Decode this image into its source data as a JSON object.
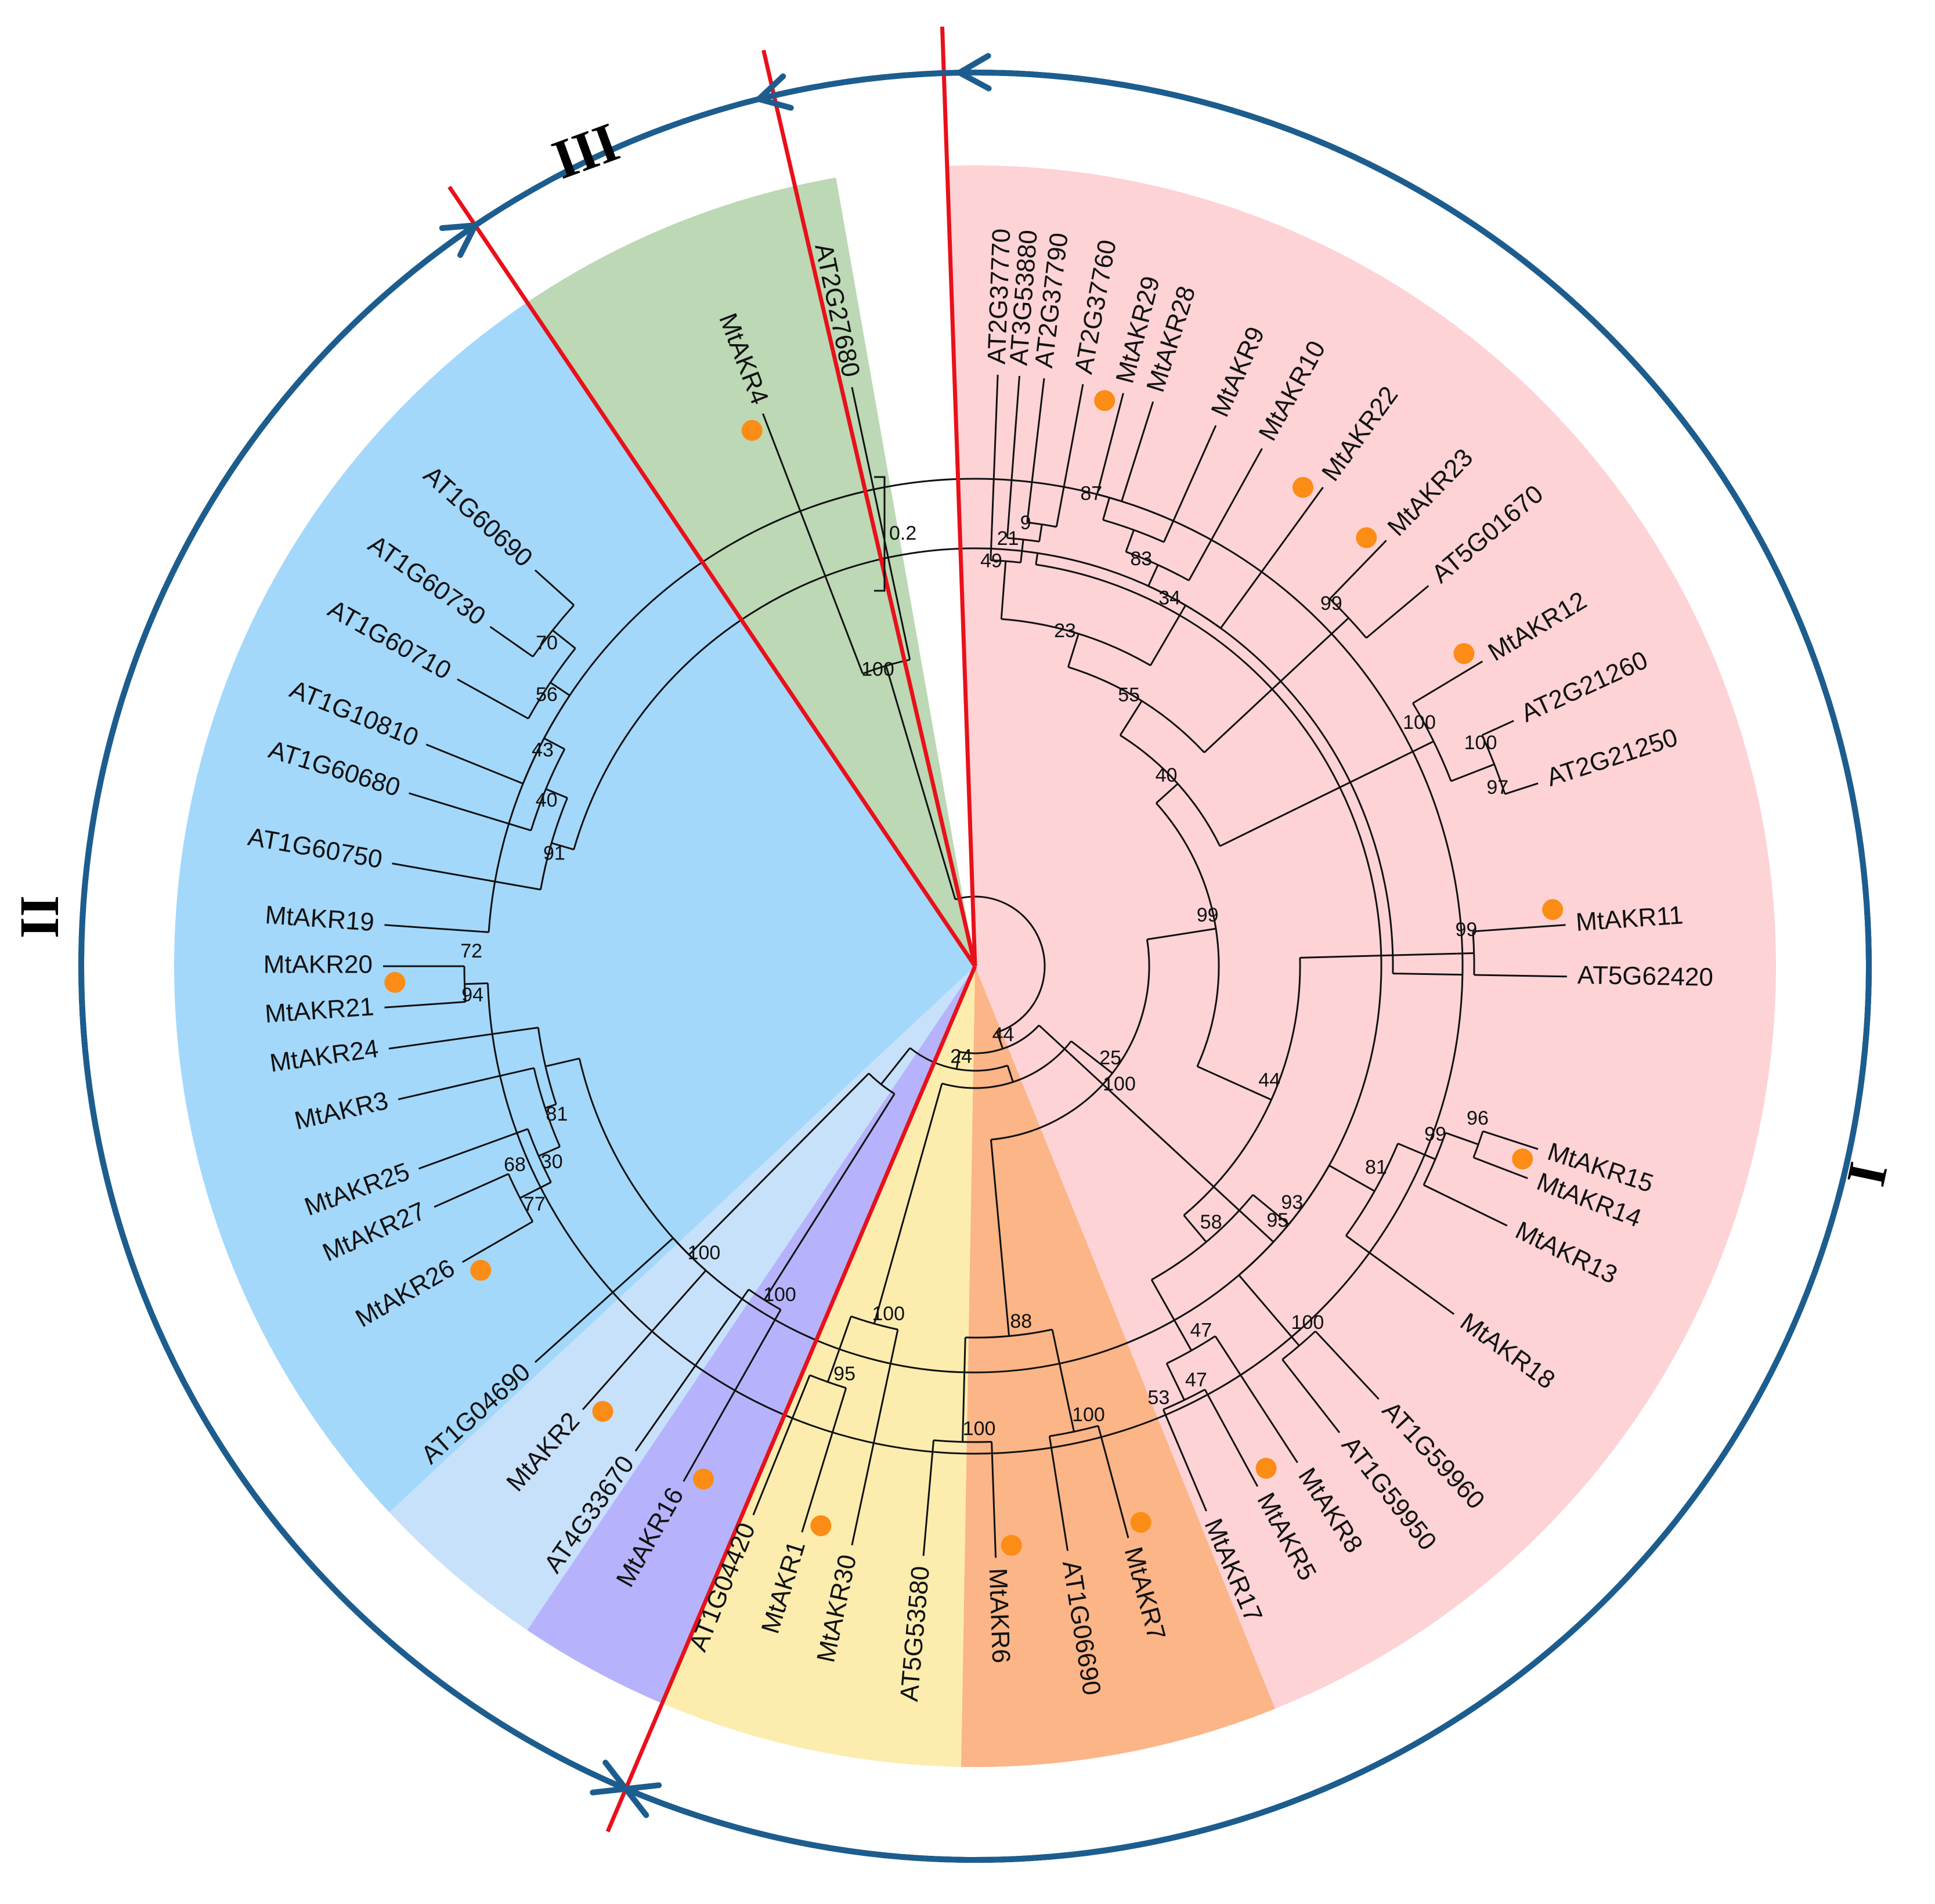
{
  "clades": [
    {
      "id": "I",
      "label": "I"
    },
    {
      "id": "II",
      "label": "II"
    },
    {
      "id": "III",
      "label": "III"
    }
  ],
  "scale_bar": {
    "label": "0.2"
  },
  "colors": {
    "red_pink": "#fdd3d6",
    "orange": "#fbb587",
    "yellow": "#fcedaf",
    "purple": "#b6b3fc",
    "light_blue": "#c8e1fb",
    "blue": "#a3d8fb",
    "green": "#bcd8b4",
    "divider_red": "#e8101a",
    "arc_blue": "#1d5d8e",
    "marker_orange": "#fb8c16"
  },
  "leaves": [
    {
      "name": "AT2G37770",
      "marker": false
    },
    {
      "name": "AT3G53880",
      "marker": false
    },
    {
      "name": "AT2G37790",
      "marker": false
    },
    {
      "name": "AT2G37760",
      "marker": false
    },
    {
      "name": "MtAKR29",
      "marker": true
    },
    {
      "name": "MtAKR28",
      "marker": false
    },
    {
      "name": "MtAKR9",
      "marker": false
    },
    {
      "name": "MtAKR10",
      "marker": false
    },
    {
      "name": "MtAKR22",
      "marker": true
    },
    {
      "name": "MtAKR23",
      "marker": true
    },
    {
      "name": "AT5G01670",
      "marker": false
    },
    {
      "name": "MtAKR12",
      "marker": true
    },
    {
      "name": "AT2G21260",
      "marker": false
    },
    {
      "name": "AT2G21250",
      "marker": false
    },
    {
      "name": "MtAKR11",
      "marker": true
    },
    {
      "name": "AT5G62420",
      "marker": false
    },
    {
      "name": "MtAKR15",
      "marker": false
    },
    {
      "name": "MtAKR14",
      "marker": true
    },
    {
      "name": "MtAKR13",
      "marker": false
    },
    {
      "name": "MtAKR18",
      "marker": false
    },
    {
      "name": "AT1G59960",
      "marker": false
    },
    {
      "name": "AT1G59950",
      "marker": false
    },
    {
      "name": "MtAKR8",
      "marker": false
    },
    {
      "name": "MtAKR5",
      "marker": true
    },
    {
      "name": "MtAKR17",
      "marker": false
    },
    {
      "name": "MtAKR7",
      "marker": true
    },
    {
      "name": "AT1G06690",
      "marker": false
    },
    {
      "name": "MtAKR6",
      "marker": true
    },
    {
      "name": "AT5G53580",
      "marker": false
    },
    {
      "name": "MtAKR30",
      "marker": false
    },
    {
      "name": "MtAKR1",
      "marker": true
    },
    {
      "name": "AT1G04420",
      "marker": false
    },
    {
      "name": "MtAKR16",
      "marker": true
    },
    {
      "name": "AT4G33670",
      "marker": false
    },
    {
      "name": "MtAKR2",
      "marker": true
    },
    {
      "name": "AT1G04690",
      "marker": false
    },
    {
      "name": "MtAKR26",
      "marker": true
    },
    {
      "name": "MtAKR27",
      "marker": false
    },
    {
      "name": "MtAKR25",
      "marker": false
    },
    {
      "name": "MtAKR3",
      "marker": false
    },
    {
      "name": "MtAKR24",
      "marker": false
    },
    {
      "name": "MtAKR21",
      "marker": false
    },
    {
      "name": "MtAKR20",
      "marker": true
    },
    {
      "name": "MtAKR19",
      "marker": false
    },
    {
      "name": "AT1G60750",
      "marker": false
    },
    {
      "name": "AT1G60680",
      "marker": false
    },
    {
      "name": "AT1G10810",
      "marker": false
    },
    {
      "name": "AT1G60710",
      "marker": false
    },
    {
      "name": "AT1G60730",
      "marker": false
    },
    {
      "name": "AT1G60690",
      "marker": false
    },
    {
      "name": "MtAKR4",
      "marker": true
    },
    {
      "name": "AT2G27680",
      "marker": false
    }
  ],
  "bootstraps": [
    "49",
    "21",
    "9",
    "23",
    "87",
    "34",
    "83",
    "99",
    "55",
    "100",
    "40",
    "100",
    "97",
    "99",
    "99",
    "44",
    "96",
    "99",
    "81",
    "58",
    "100",
    "93",
    "47",
    "53",
    "47",
    "88",
    "100",
    "100",
    "25",
    "95",
    "100",
    "24",
    "100",
    "44",
    "100",
    "94",
    "72",
    "81",
    "30",
    "77",
    "68",
    "95",
    "91",
    "40",
    "43",
    "56",
    "70",
    "100",
    "100"
  ]
}
